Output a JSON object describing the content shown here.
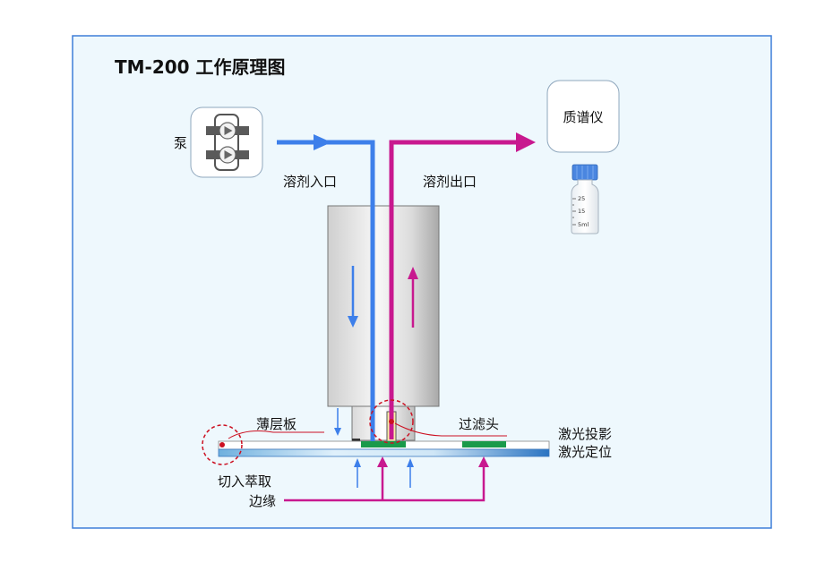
{
  "title": "TM-200  工作原理图",
  "labels": {
    "pump": "泵",
    "solvent_in": "溶剂入口",
    "solvent_out": "溶剂出口",
    "mass_spec": "质谱仪",
    "tlc_plate": "薄层板",
    "filter_head": "过滤头",
    "laser_projection": "激光投影",
    "laser_positioning": "激光定位",
    "cut_extract_line1": "切入萃取",
    "cut_extract_line2": "边缘"
  },
  "vial": {
    "ticks": [
      "25",
      "15",
      "5ml"
    ],
    "cap_color": "#4a86e0"
  },
  "colors": {
    "frame_border": "#3f7fd8",
    "frame_fill": "#eef8fd",
    "inlet_flow": "#3d7fea",
    "outlet_flow": "#c8198f",
    "filter_spot": "#1a9a4a",
    "highlight_circle": "#cc1122"
  }
}
